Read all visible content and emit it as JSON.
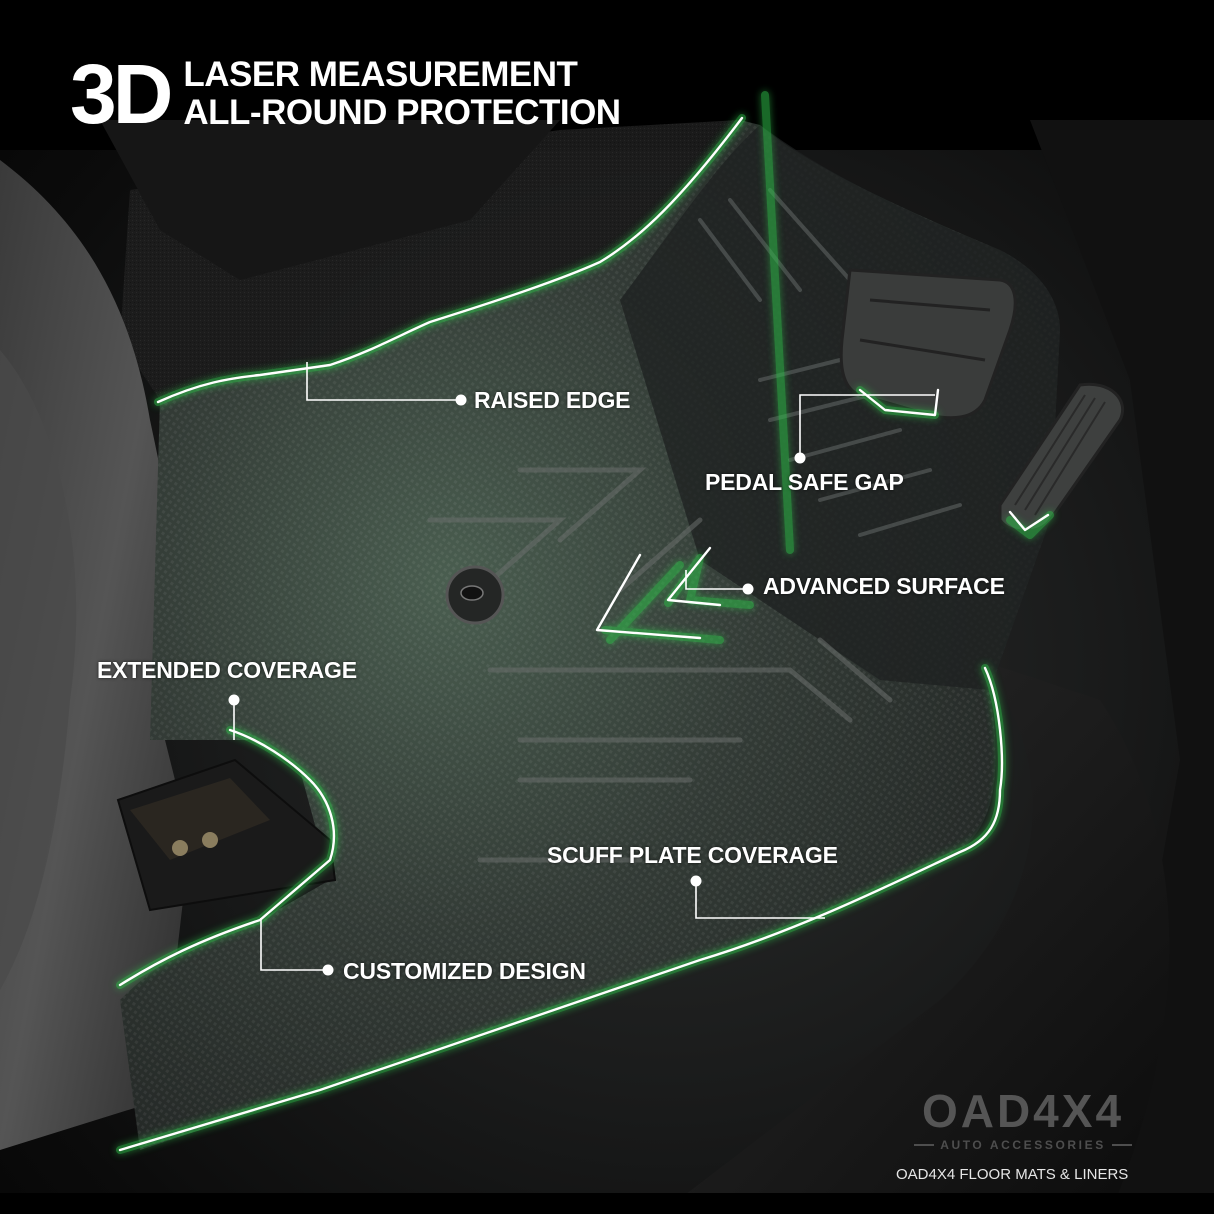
{
  "headline": {
    "prefix": "3D",
    "line1": "LASER MEASUREMENT",
    "line2": "ALL-ROUND PROTECTION"
  },
  "callouts": [
    {
      "id": "raised-edge",
      "label": "RAISED EDGE"
    },
    {
      "id": "pedal-safe-gap",
      "label": "PEDAL SAFE GAP"
    },
    {
      "id": "advanced-surface",
      "label": "ADVANCED SURFACE"
    },
    {
      "id": "extended-coverage",
      "label": "EXTENDED COVERAGE"
    },
    {
      "id": "scuff-plate-coverage",
      "label": "SCUFF PLATE COVERAGE"
    },
    {
      "id": "customized-design",
      "label": "CUSTOMIZED DESIGN"
    }
  ],
  "brand": {
    "logo": "OAD4X4",
    "tagline": "AUTO ACCESSORIES",
    "footer": "OAD4X4 FLOOR MATS & LINERS"
  },
  "colors": {
    "accent_glow": "#2fbf4a",
    "highlight_line": "#ffffff",
    "mat_tint": "#3f5a47",
    "background": "#0a0a0a",
    "logo_gray": "#555555"
  }
}
